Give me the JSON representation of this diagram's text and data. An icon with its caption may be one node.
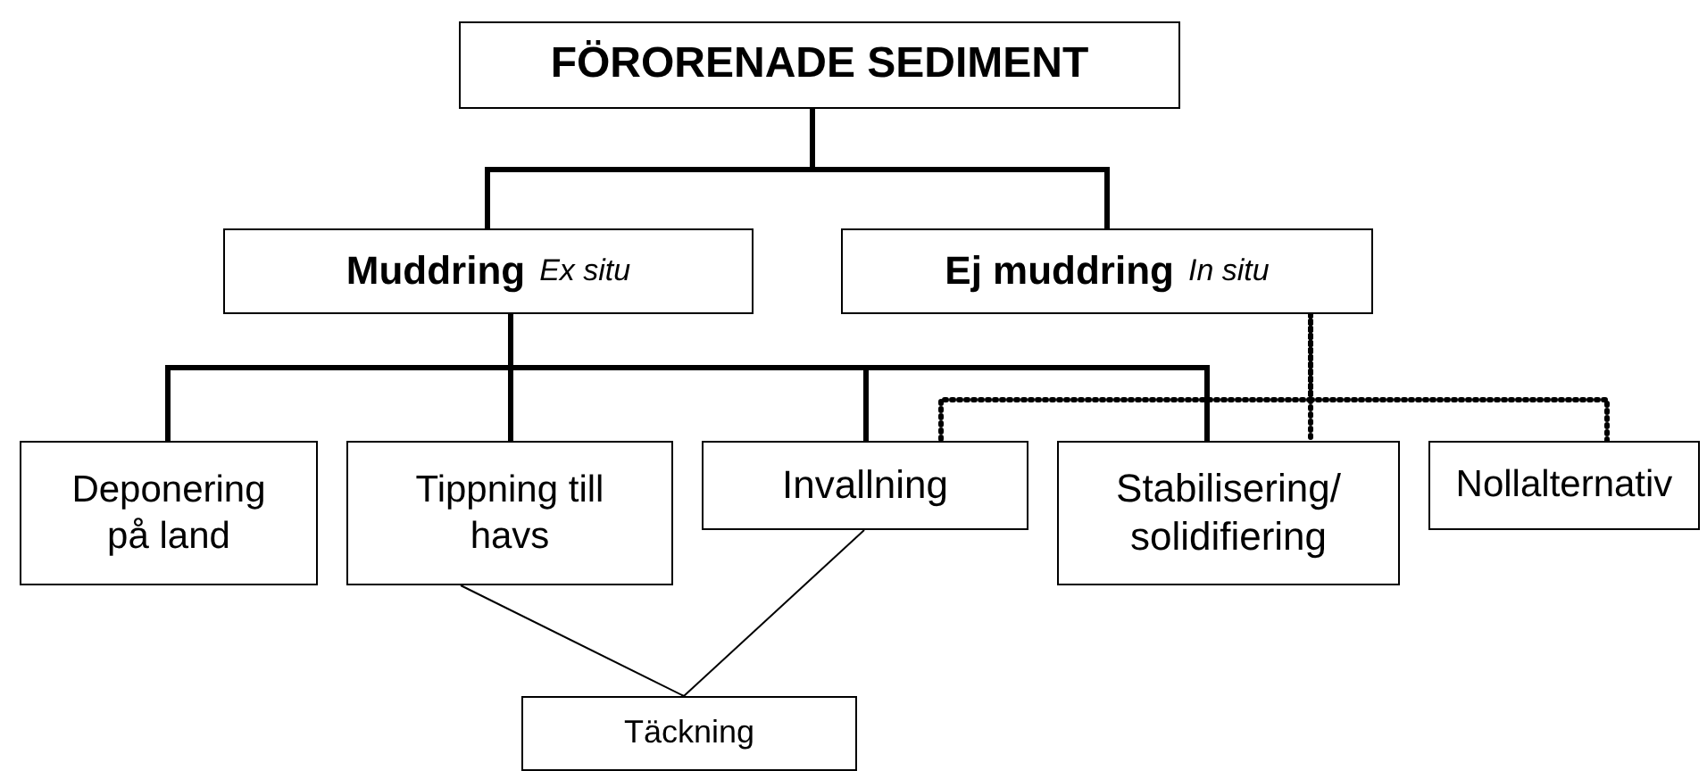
{
  "diagram": {
    "nodes": [
      {
        "text": [
          "FÖRORENADE SEDIMENT"
        ]
      },
      {
        "text": [
          "Muddring",
          "Ex situ"
        ]
      },
      {
        "text": [
          "Ej muddring",
          "In situ"
        ]
      },
      {
        "text": [
          "Deponering på land"
        ]
      },
      {
        "text": [
          "Tippning till havs"
        ]
      },
      {
        "text": [
          "Invallning"
        ]
      },
      {
        "text": [
          "Stabilisering/ solidifiering"
        ]
      },
      {
        "text": [
          "Nollalternativ"
        ]
      },
      {
        "text": [
          "Täckning"
        ]
      }
    ],
    "edges": [
      {
        "from": 0,
        "to": 1,
        "arrow": "none"
      },
      {
        "from": 0,
        "to": 2,
        "arrow": "none"
      },
      {
        "from": 1,
        "to": 3,
        "arrow": "none"
      },
      {
        "from": 1,
        "to": 4,
        "arrow": "none"
      },
      {
        "from": 1,
        "to": 5,
        "arrow": "none"
      },
      {
        "from": 1,
        "to": 6,
        "arrow": "none"
      },
      {
        "from": 2,
        "to": 5,
        "arrow": "none",
        "style": "dashed"
      },
      {
        "from": 2,
        "to": 6,
        "arrow": "none",
        "style": "dashed"
      },
      {
        "from": 2,
        "to": 7,
        "arrow": "none",
        "style": "dashed"
      },
      {
        "from": 4,
        "to": 8,
        "arrow": "none"
      },
      {
        "from": 5,
        "to": 8,
        "arrow": "none"
      }
    ]
  }
}
